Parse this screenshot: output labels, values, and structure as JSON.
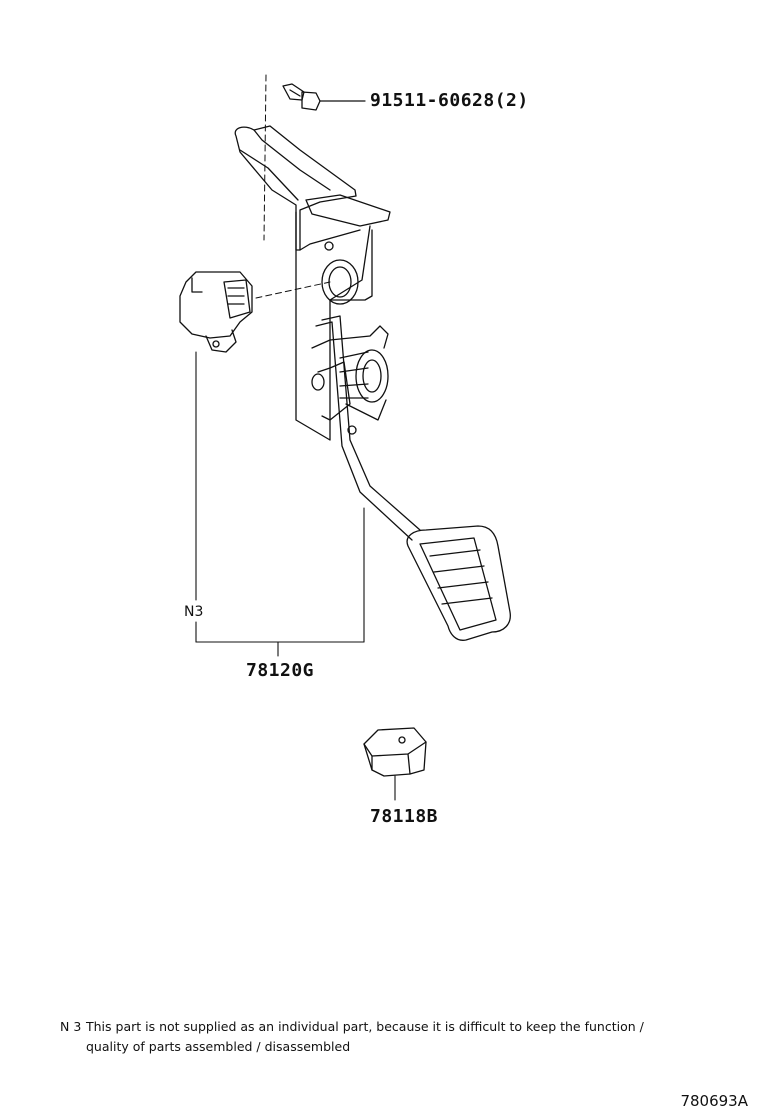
{
  "parts": {
    "bolt": {
      "number": "91511-60628",
      "qty": "(2)"
    },
    "pedal_assembly": {
      "number": "78120G"
    },
    "stopper": {
      "number": "78118B"
    }
  },
  "note": {
    "ref": "N 3",
    "ref_short": "N3",
    "line1": "This part is not supplied as an individual part, because it is difficult to keep the function /",
    "line2": "quality of parts assembled / disassembled"
  },
  "figure_code": "780693A"
}
